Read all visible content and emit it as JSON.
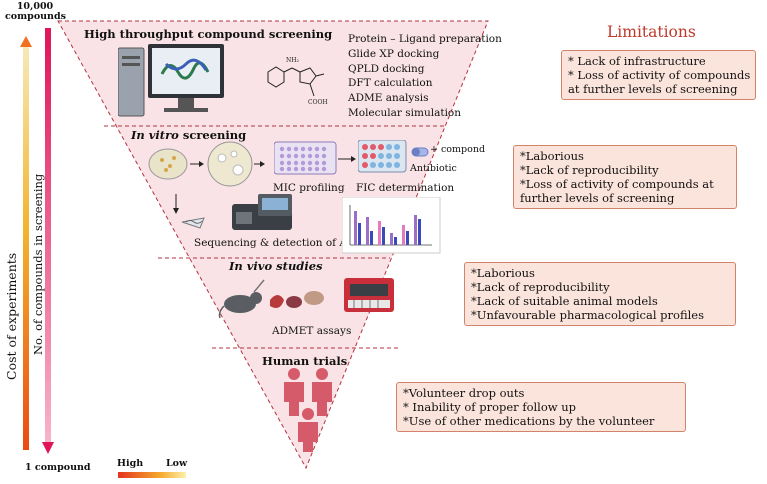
{
  "axis": {
    "top_label": "10,000\ncompounds",
    "bottom_label": "1 compound",
    "cost_label": "Cost of experiments",
    "compounds_label": "No. of compounds in screening",
    "gradient_high": "High",
    "gradient_low": "Low"
  },
  "sections": {
    "hts": {
      "title": "High throughput compound screening",
      "items": [
        "Protein – Ligand preparation",
        "Glide XP docking",
        "QPLD docking",
        "DFT calculation",
        "ADME analysis",
        "Molecular simulation"
      ]
    },
    "invitro": {
      "title_italic": "In vitro",
      "title_rest": " screening",
      "mic": "MIC profiling",
      "fic": "FIC determination",
      "antibiotic": "Antibiotic",
      "compound": "+ compond",
      "sequencing": "Sequencing & detection of ARG"
    },
    "invivo": {
      "title": "In vivo studies",
      "admet": "ADMET assays"
    },
    "human": {
      "title": "Human trials"
    }
  },
  "limitations": {
    "title": "Limitations",
    "boxes": [
      [
        "* Lack of infrastructure",
        "* Loss of activity of compounds",
        "at further levels of screening"
      ],
      [
        "*Laborious",
        "*Lack of reproducibility",
        "*Loss of activity of compounds at",
        "further levels of screening"
      ],
      [
        "*Laborious",
        "*Lack of reproducibility",
        "*Lack of suitable animal models",
        "*Unfavourable pharmacological profiles"
      ],
      [
        "*Volunteer drop outs",
        "* Inability of proper follow up",
        "*Use of other medications by the volunteer"
      ]
    ]
  },
  "colors": {
    "funnel_fill": "#f9e3e6",
    "funnel_border": "#b5323f",
    "limitations_title": "#c0392b",
    "box_fill": "#fbe4dc",
    "box_border": "#d4836b",
    "human_icon": "#d55a6a"
  }
}
